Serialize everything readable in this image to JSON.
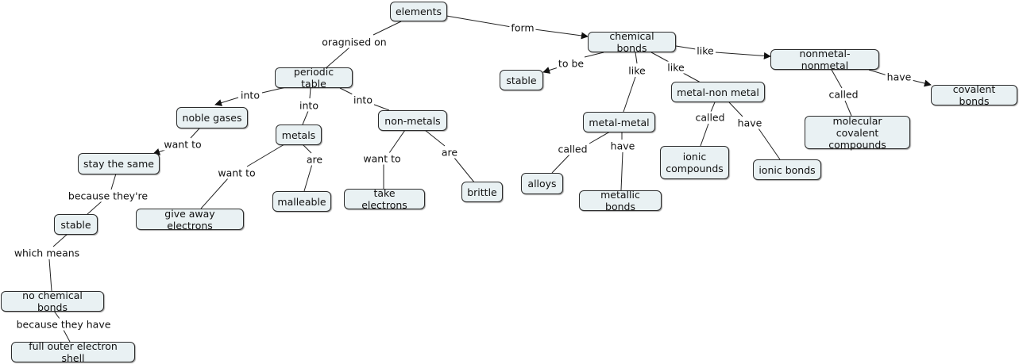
{
  "concepts": {
    "elements": "elements",
    "chemical_bonds": "chemical bonds",
    "periodic_table": "periodic table",
    "stable_top": "stable",
    "nonmetal_nonmetal": "nonmetal-nonmetal",
    "covalent_bonds": "covalent bonds",
    "metal_non_metal": "metal-non metal",
    "noble_gases": "noble gases",
    "non_metals": "non-metals",
    "metals": "metals",
    "metal_metal": "metal-metal",
    "molecular_covalent": "molecular covalent\ncompounds",
    "stay_the_same": "stay the same",
    "ionic_compounds": "ionic\ncompounds",
    "ionic_bonds": "ionic bonds",
    "alloys": "alloys",
    "brittle": "brittle",
    "take_electrons": "take electrons",
    "metallic_bonds": "metallic bonds",
    "malleable": "malleable",
    "give_away_electrons": "give away electrons",
    "stable_left": "stable",
    "no_chemical_bonds": "no chemical bonds",
    "full_outer_shell": "full outer electron shell"
  },
  "links": {
    "form": "form",
    "oragnised_on": "oragnised on",
    "to_be": "to be",
    "like_nn": "like",
    "like_mn": "like",
    "like_mm": "like",
    "have_cov": "have",
    "called_mol": "called",
    "into_noble": "into",
    "into_metals": "into",
    "into_nonmetals": "into",
    "called_ionic": "called",
    "have_ionic": "have",
    "want_to_noble": "want to",
    "called_alloys": "called",
    "have_metallic": "have",
    "want_to_take": "want to",
    "are_brittle": "are",
    "want_to_give": "want to",
    "are_malleable": "are",
    "because_theyre": "because they're",
    "which_means": "which means",
    "because_they_have": "because they have"
  },
  "colors": {
    "node_fill": "#e9f1f3",
    "node_border": "#2c2c2c",
    "line": "#222222"
  }
}
